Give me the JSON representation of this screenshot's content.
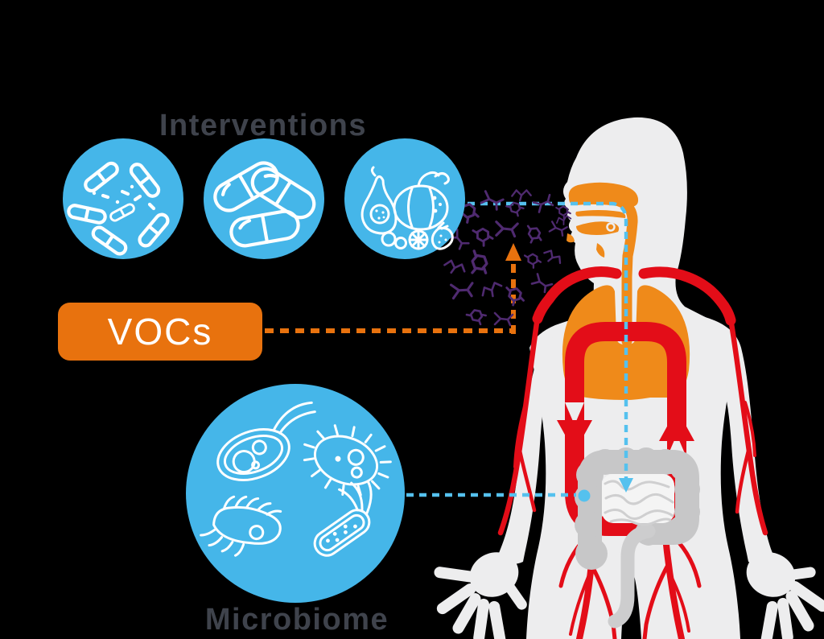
{
  "interventions": {
    "title": "Interventions",
    "items": [
      {
        "icon": "probiotic-bacteria-icon"
      },
      {
        "icon": "supplement-capsules-icon"
      },
      {
        "icon": "healthy-foods-icon"
      }
    ]
  },
  "vocs": {
    "label": "VOCs"
  },
  "microbiome": {
    "label": "Microbiome",
    "icon": "gut-microbes-icon"
  },
  "colors": {
    "circle_blue": "#45B6E9",
    "dashed_blue": "#55C1EE",
    "orange": "#E8720E",
    "lung_orange": "#EF8A1A",
    "artery_red": "#E30D18",
    "molecule_purple": "#4F2A70",
    "body_gray": "#EDEDEE",
    "intestine_gray": "#C7C7C8",
    "label_text": "#3F434C",
    "background": "#000000"
  }
}
